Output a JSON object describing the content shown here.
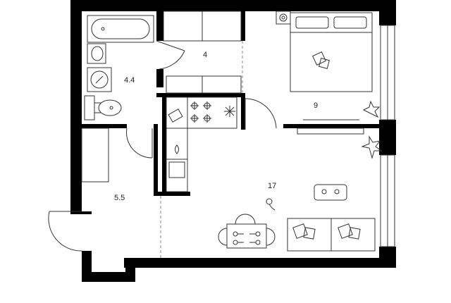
{
  "rooms": [
    {
      "id": "bathroom",
      "area": "4.4"
    },
    {
      "id": "storage",
      "area": "4"
    },
    {
      "id": "bedroom",
      "area": "9"
    },
    {
      "id": "living-kitchen",
      "area": "17"
    },
    {
      "id": "hallway",
      "area": "5.5"
    }
  ],
  "colors": {
    "wall": "#000000",
    "line": "#333333",
    "background": "#ffffff"
  }
}
